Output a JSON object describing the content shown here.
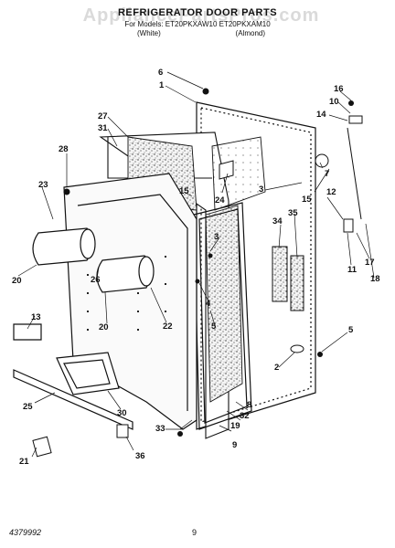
{
  "header": {
    "title": "REFRIGERATOR DOOR PARTS",
    "subtitle": "For Models: ET20PKXAW10  ET20PKXAM10",
    "col_left": "(White)",
    "col_right": "(Almond)"
  },
  "watermark": "AppliancePartsPros.com",
  "footer": {
    "part_number": "4379992",
    "page_number": "9"
  },
  "callouts": [
    "1",
    "2",
    "3",
    "3",
    "4",
    "5",
    "5",
    "6",
    "7",
    "8",
    "9",
    "10",
    "11",
    "12",
    "13",
    "14",
    "15",
    "15",
    "16",
    "17",
    "18",
    "19",
    "20",
    "20",
    "21",
    "22",
    "23",
    "24",
    "25",
    "26",
    "27",
    "28",
    "30",
    "31",
    "32",
    "33",
    "34",
    "35",
    "36"
  ]
}
